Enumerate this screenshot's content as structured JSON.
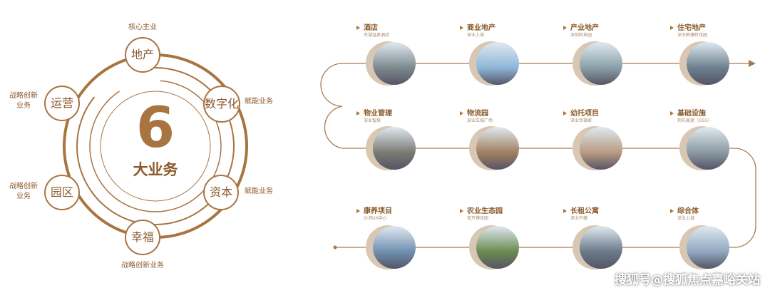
{
  "left": {
    "center_number": "6",
    "center_title": "大业务",
    "nodes": [
      "地产",
      "数字化",
      "资本",
      "幸福",
      "园区",
      "运营"
    ],
    "labels": {
      "top": "核心主业",
      "right_top": "赋能业务",
      "right_bottom": "赋能业务",
      "bottom": "战略创新业务",
      "left_bottom": "战略创新\n业务",
      "left_top": "战略创新\n业务"
    }
  },
  "right": {
    "items": [
      {
        "title": "酒店",
        "sub": "东湖温泉酒店"
      },
      {
        "title": "商业地产",
        "sub": "深业上城"
      },
      {
        "title": "产业地产",
        "sub": "深圳科技园"
      },
      {
        "title": "住宅地产",
        "sub": "深业鹤塘岭花园"
      },
      {
        "title": "物业管理",
        "sub": "深业智慧"
      },
      {
        "title": "物流园",
        "sub": "深业车城广场"
      },
      {
        "title": "幼托项目",
        "sub": "深业幸福家"
      },
      {
        "title": "基础设施",
        "sub": "荆东高速（G55）"
      },
      {
        "title": "康养项目",
        "sub": "沙河UH中心"
      },
      {
        "title": "农业生态园",
        "sub": "花卉博览园"
      },
      {
        "title": "长租公寓",
        "sub": "深业柠檬"
      },
      {
        "title": "综合体",
        "sub": "深业上城"
      }
    ],
    "line_color": "#a67c52"
  },
  "watermark": "搜狐号@搜狐焦点嘉峪关站"
}
